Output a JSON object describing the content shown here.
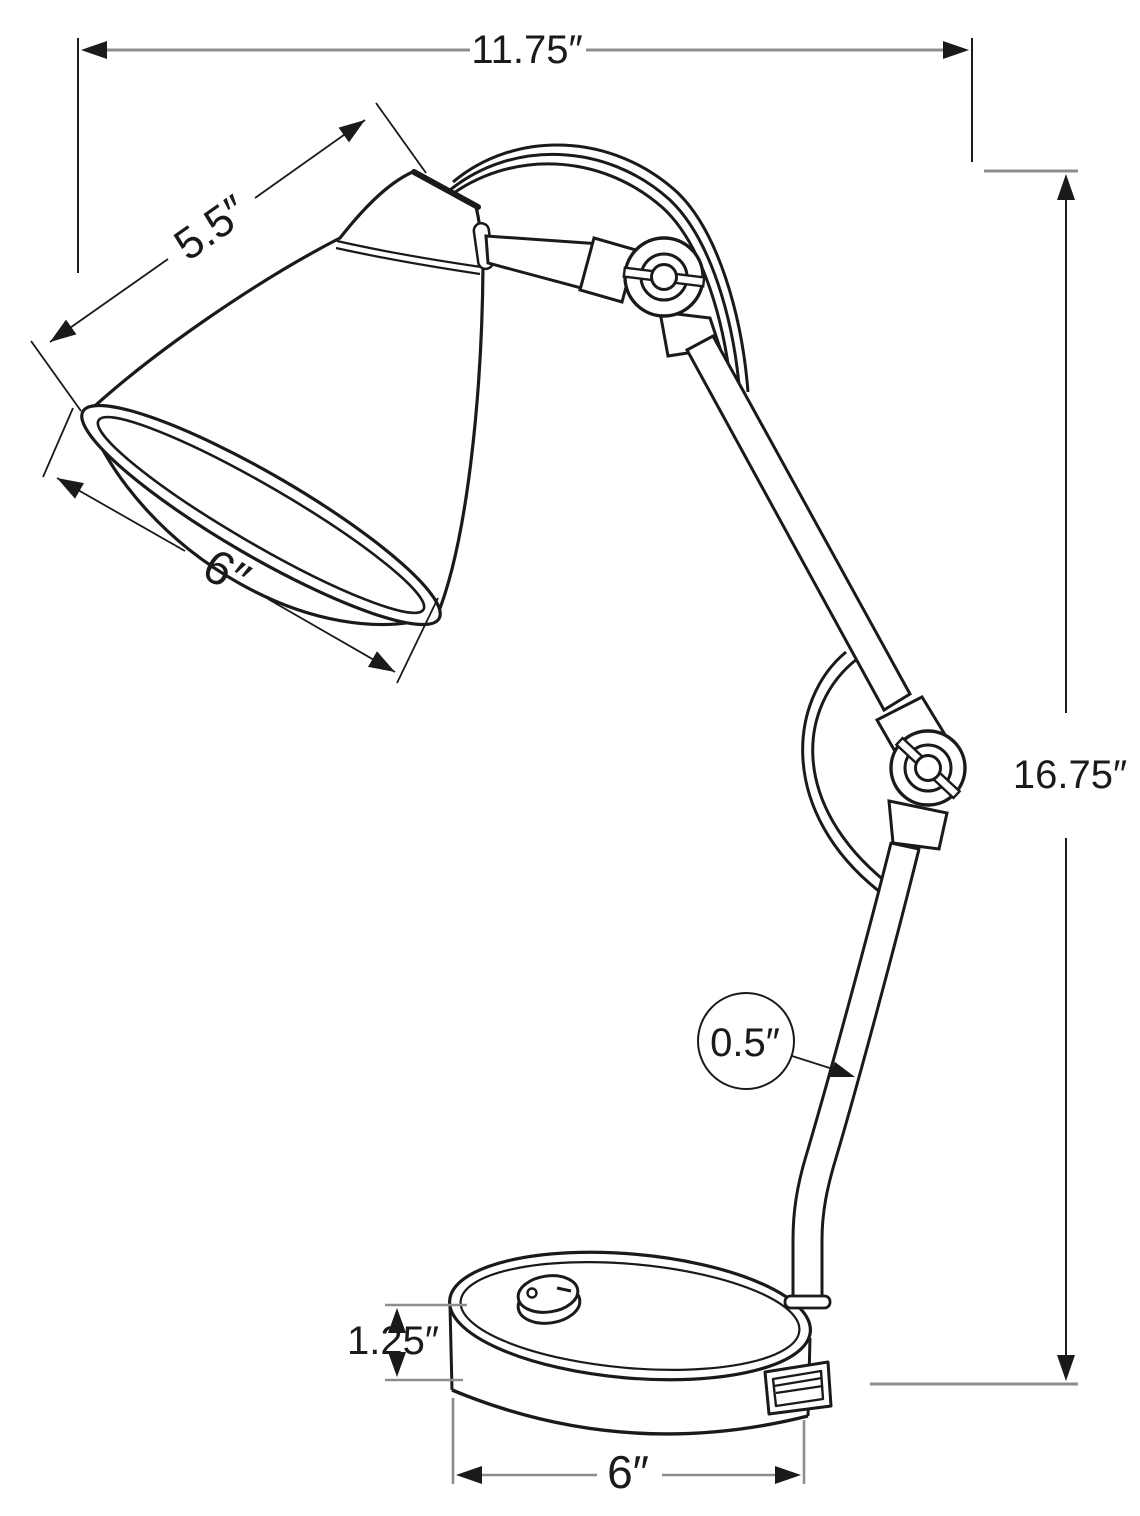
{
  "diagram": {
    "title": "Desk lamp technical dimension drawing",
    "labels": {
      "overall_width": "11.75″",
      "shade_slant_height": "5.5″",
      "shade_opening_diameter": "6″",
      "overall_height": "16.75″",
      "arm_tube_diameter": "0.5″",
      "base_height": "1.25″",
      "base_diameter": "6″"
    },
    "features": {
      "switch": "power toggle on base",
      "usb_port": "USB-A port on base front",
      "joints": "two adjustable knob joints on arm"
    },
    "colors": {
      "ink": "#1a1a1a",
      "dim_line_gray": "#8d8d8d",
      "background": "#ffffff"
    }
  }
}
